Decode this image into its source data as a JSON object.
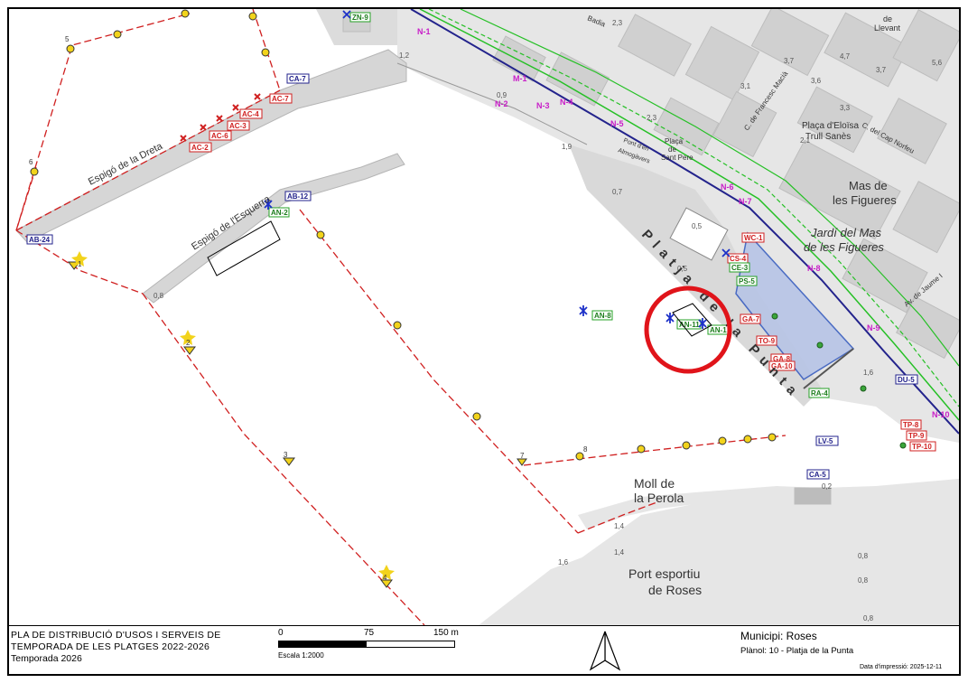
{
  "map": {
    "place_labels": {
      "espigo_dreta": "Espigó de la Dreta",
      "espigo_esquerra": "Espigó de l'Esquerra",
      "platja": "Platja de la Punta",
      "moll_1": "Moll de",
      "moll_2": "la Perola",
      "port_1": "Port esportiu",
      "port_2": "de Roses",
      "mas_1": "Mas de",
      "mas_2": "les Figueres",
      "jardi_1": "Jardí del Mas",
      "jardi_2": "de les Figueres",
      "placa_eloisa_1": "Plaça d'Eloïsa",
      "placa_eloisa_2": "Trull Sanès",
      "placa_pere_1": "Plaça",
      "placa_pere_2": "de",
      "placa_pere_3": "Sant Pere",
      "pont_1": "Pont d'en",
      "pont_2": "Almogàvers",
      "c_francesc": "C. de Francesc Macià",
      "c_cap_norfeu": "C. del Cap Norfeu",
      "av_jaume": "Av. de Jaume I",
      "levant_1": "de",
      "levant_2": "Llevant",
      "badia": "Badia"
    },
    "depths": [
      "0,7",
      "0,5",
      "0,5",
      "1,9",
      "0,9",
      "1,2",
      "1,6",
      "1,4",
      "1,4",
      "1,6",
      "0,8",
      "0,8",
      "0,8",
      "0,2",
      "0,8",
      "2,3",
      "2,3",
      "3,1",
      "3,7",
      "5,6",
      "3,7",
      "3,3",
      "3,6",
      "2,1",
      "4,7"
    ],
    "tags": {
      "red": [
        "AC-7",
        "AC-4",
        "AC-3",
        "AC-6",
        "AC-2",
        "WC-1",
        "CS-4",
        "GA-7",
        "TO-9",
        "GA-8",
        "GA-10",
        "TP-8",
        "TP-9",
        "TP-10"
      ],
      "blue": [
        "CA-7",
        "AB-12",
        "AB-24",
        "LV-5",
        "CA-5",
        "DU-5"
      ],
      "green": [
        "ZN-9",
        "AN-2",
        "AN-8",
        "AN-11",
        "AN-1",
        "CE-3",
        "PS-5",
        "RA-4"
      ]
    },
    "street_codes": [
      "N-1",
      "N-2",
      "M-1",
      "N-3",
      "N-4",
      "N-5",
      "N-6",
      "N-7",
      "N-8",
      "N-9",
      "N-10"
    ],
    "buoy_numbers": [
      "1",
      "2",
      "3",
      "4",
      "5",
      "6",
      "7",
      "8"
    ]
  },
  "footer": {
    "title_line1": "PLA DE DISTRIBUCIÓ D'USOS I SERVEIS DE",
    "title_line2": "TEMPORADA DE LES PLATGES 2022-2026",
    "season": "Temporada 2026",
    "scale_0": "0",
    "scale_75": "75",
    "scale_150": "150 m",
    "scale_text": "Escala 1:2000",
    "municipality": "Municipi: Roses",
    "plan": "Plànol: 10 - Platja de la Punta",
    "print_date": "Data d'impressió: 2025-12-11"
  },
  "colors": {
    "sea": "#ffffff",
    "land": "#e6e6e6",
    "building": "#d3d3d3",
    "road_line": "#23238c",
    "green_line": "#26c026",
    "buoy_line": "#d02020",
    "buoy": "#f2d31b",
    "highlight": "#e0141a",
    "blue_zone": "#b7c4e6"
  }
}
